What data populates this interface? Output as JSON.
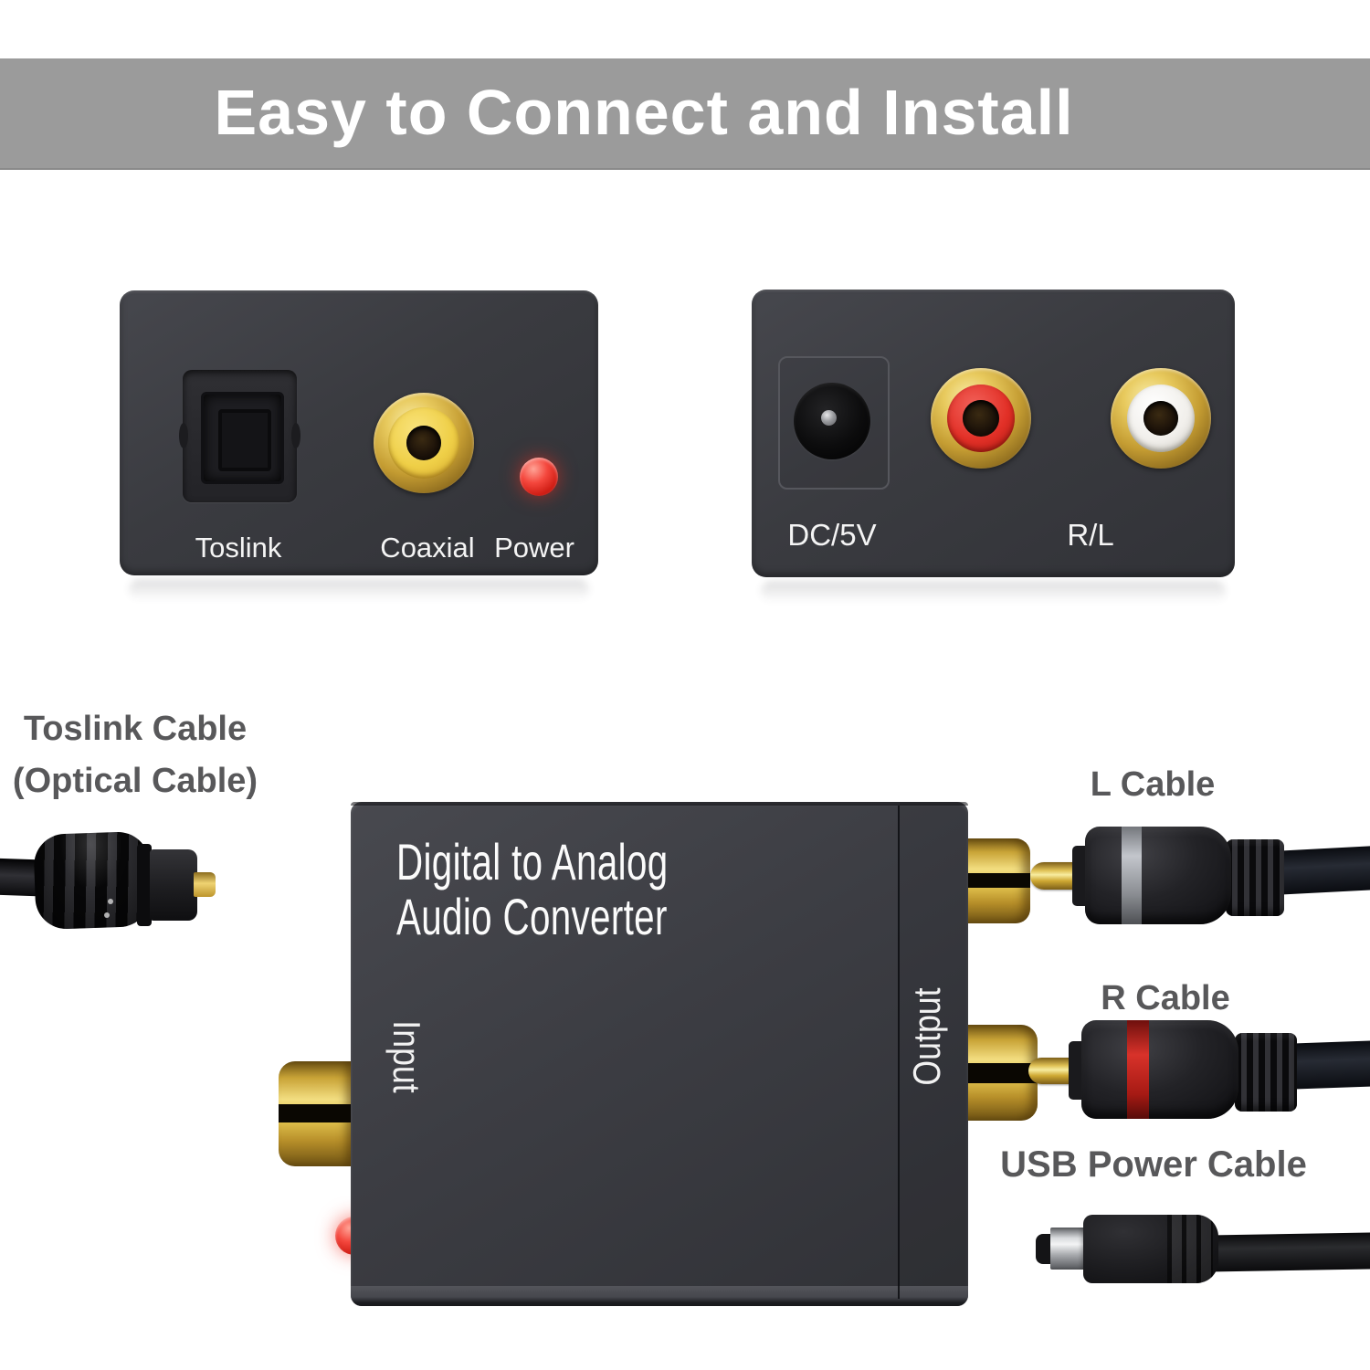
{
  "banner": {
    "text": "Easy to Connect and Install"
  },
  "front_panel": {
    "toslink_label": "Toslink",
    "coaxial_label": "Coaxial",
    "power_label": "Power"
  },
  "back_panel": {
    "dc_label": "DC/5V",
    "rl_label": "R/L"
  },
  "converter_box": {
    "title_line1": "Digital to Analog",
    "title_line2": "Audio Converter",
    "input_label": "Input",
    "output_label": "Output"
  },
  "annotations": {
    "toslink_cable_line1": "Toslink Cable",
    "toslink_cable_line2": "(Optical Cable)",
    "l_cable": "L Cable",
    "r_cable": "R Cable",
    "usb_power_cable": "USB Power Cable"
  },
  "colors": {
    "banner_bg": "#9b9b9b",
    "panel_body": "#3a3b40",
    "gold": "#d9b23c",
    "coax_yellow": "#eecf45",
    "rca_red": "#e33128",
    "rca_white": "#f1efeb",
    "power_led_red": "#e02820",
    "label_gray": "#58585a",
    "panel_text": "#f4f4f4"
  }
}
